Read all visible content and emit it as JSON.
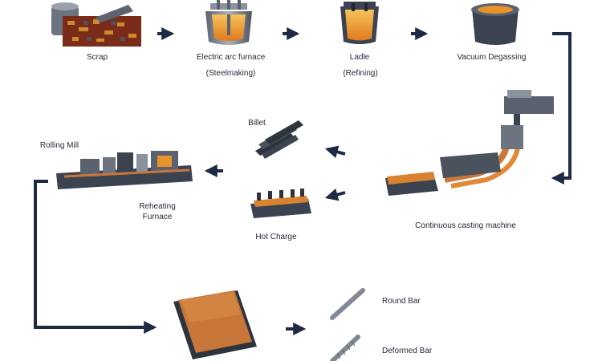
{
  "labels": {
    "scrap": "Scrap",
    "eaf": "Electric arc furnace",
    "eaf_sub": "(Steelmaking)",
    "ladle": "Ladle",
    "ladle_sub": "(Refining)",
    "vacuum": "Vacuum Degassing",
    "billet": "Billet",
    "rolling_mill": "Rolling Mill",
    "reheating_1": "Reheating",
    "reheating_2": "Furnace",
    "hot_charge": "Hot Charge",
    "ccm": "Continuous casting machine",
    "round_bar": "Round Bar",
    "deformed_bar": "Deformed Bar"
  },
  "colors": {
    "arrow": "#1f2a44",
    "metal_dark": "#3b4350",
    "metal_mid": "#8a929c",
    "molten": "#e8922a",
    "copper": "#c9763a",
    "scrap_red": "#8a2f1c"
  }
}
